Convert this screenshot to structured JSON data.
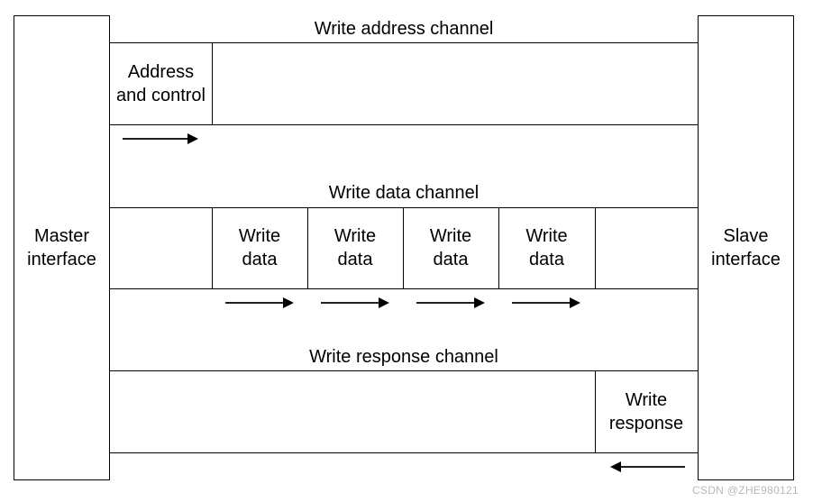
{
  "interfaces": {
    "master": "Master\ninterface",
    "slave": "Slave\ninterface"
  },
  "channels": {
    "write_address": {
      "title": "Write address channel",
      "cell": "Address\nand control"
    },
    "write_data": {
      "title": "Write data channel",
      "cells": [
        "Write\ndata",
        "Write\ndata",
        "Write\ndata",
        "Write\ndata"
      ]
    },
    "write_response": {
      "title": "Write response channel",
      "cell": "Write\nresponse"
    }
  },
  "watermark": "CSDN @ZHE980121"
}
